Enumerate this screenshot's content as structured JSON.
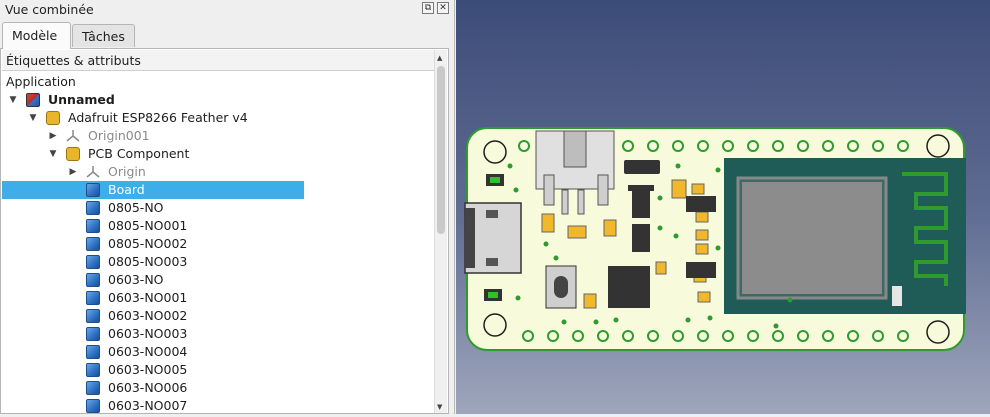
{
  "panel": {
    "title": "Vue combinée",
    "float_glyph": "⧉",
    "close_glyph": "✕",
    "tabs": [
      {
        "label": "Modèle",
        "active": true
      },
      {
        "label": "Tâches",
        "active": false
      }
    ],
    "tree_header": "Étiquettes & attributs",
    "tree": {
      "root_label": "Application",
      "rows": [
        {
          "label": "Unnamed",
          "level": 0,
          "icon": "document-icon",
          "expand": "▼",
          "bold": true
        },
        {
          "label": "Adafruit ESP8266 Feather v4",
          "level": 1,
          "icon": "part-icon",
          "expand": "▼"
        },
        {
          "label": "Origin001",
          "level": 2,
          "icon": "origin-icon",
          "expand": "▶",
          "muted": true
        },
        {
          "label": "PCB Component",
          "level": 2,
          "icon": "part-icon",
          "expand": "▼"
        },
        {
          "label": "Origin",
          "level": 3,
          "icon": "origin-icon",
          "expand": "▶",
          "muted": true
        },
        {
          "label": "Board",
          "level": 3,
          "icon": "cube-icon",
          "selected": true
        },
        {
          "label": "0805-NO",
          "level": 3,
          "icon": "cube-icon"
        },
        {
          "label": "0805-NO001",
          "level": 3,
          "icon": "cube-icon"
        },
        {
          "label": "0805-NO002",
          "level": 3,
          "icon": "cube-icon"
        },
        {
          "label": "0805-NO003",
          "level": 3,
          "icon": "cube-icon"
        },
        {
          "label": "0603-NO",
          "level": 3,
          "icon": "cube-icon"
        },
        {
          "label": "0603-NO001",
          "level": 3,
          "icon": "cube-icon"
        },
        {
          "label": "0603-NO002",
          "level": 3,
          "icon": "cube-icon"
        },
        {
          "label": "0603-NO003",
          "level": 3,
          "icon": "cube-icon"
        },
        {
          "label": "0603-NO004",
          "level": 3,
          "icon": "cube-icon"
        },
        {
          "label": "0603-NO005",
          "level": 3,
          "icon": "cube-icon"
        },
        {
          "label": "0603-NO006",
          "level": 3,
          "icon": "cube-icon"
        },
        {
          "label": "0603-NO007",
          "level": 3,
          "icon": "cube-icon"
        }
      ]
    }
  },
  "viewport": {
    "content": "3D view of PCB board",
    "board_color": "#f7fadb",
    "outline_color": "#2f9b2f",
    "module_color": "#1f5c57"
  }
}
